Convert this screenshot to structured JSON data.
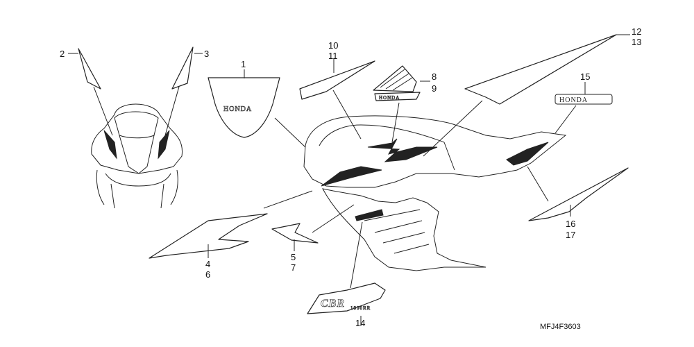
{
  "callouts": {
    "c1": "1",
    "c2": "2",
    "c3": "3",
    "c4_6": [
      "4",
      "6"
    ],
    "c5_7": [
      "5",
      "7"
    ],
    "c8_9": [
      "8",
      "9"
    ],
    "c10_11": [
      "10",
      "11"
    ],
    "c12_13": [
      "12",
      "13"
    ],
    "c14": "14",
    "c15": "15",
    "c16_17": [
      "16",
      "17"
    ]
  },
  "logos": {
    "emblem_text": "HONDA",
    "mark_text": "HONDA",
    "cbr_text": "CBR",
    "cbr_sub": "1000RR"
  },
  "diagram_code": "MFJ4F3603"
}
